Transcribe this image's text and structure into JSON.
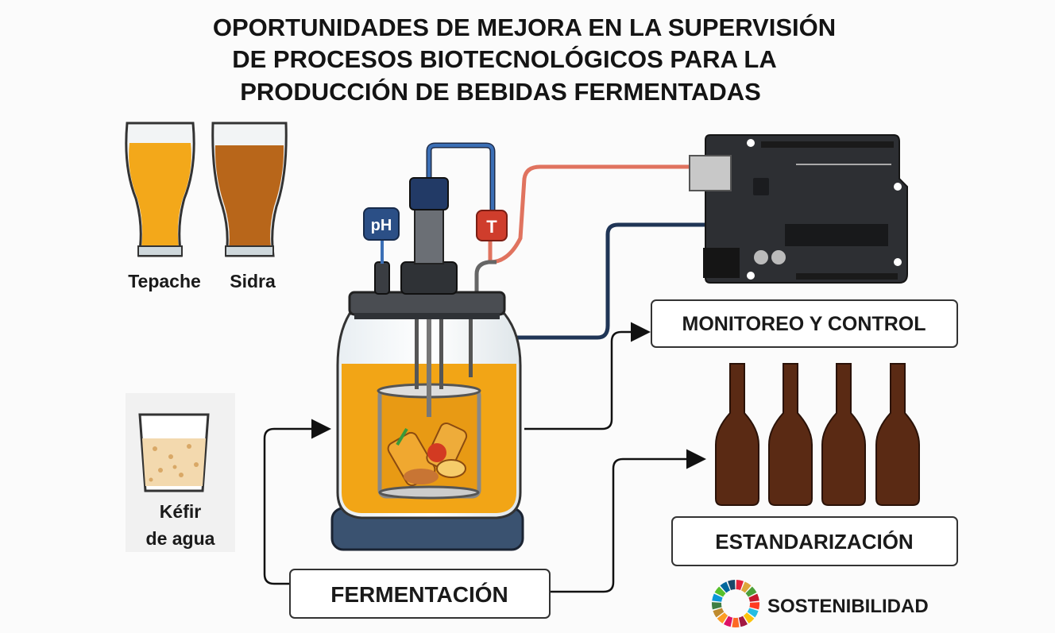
{
  "title": {
    "line1": "OPORTUNIDADES DE MEJORA EN LA SUPERVISIÓN",
    "line2": "DE PROCESOS BIOTECNOLÓGICOS PARA LA",
    "line3": "PRODUCCIÓN DE BEBIDAS FERMENTADAS"
  },
  "beverages": {
    "tepache": "Tepache",
    "sidra": "Sidra",
    "kefir_line1": "Kéfir",
    "kefir_line2": "de agua"
  },
  "sensors": {
    "ph": "pH",
    "temperature": "T"
  },
  "boxes": {
    "monitoring": "MONITOREO Y CONTROL",
    "standardization": "ESTANDARIZACIÓN",
    "fermentation": "FERMENTACIÓN",
    "sustainability": "SOSTENIBILIDAD"
  },
  "colors": {
    "liquid": "#f2a516",
    "amber_beer": "#b8661a",
    "bottle": "#5a2a14",
    "board": "#2d2f33",
    "cable_blue": "#3b6fb6",
    "cable_red": "#e0735f",
    "cable_navy": "#1f3556"
  },
  "sdg_colors": [
    "#e5243b",
    "#dda63a",
    "#4c9f38",
    "#c5192d",
    "#ff3a21",
    "#26bde2",
    "#fcc30b",
    "#a21942",
    "#fd6925",
    "#dd1367",
    "#fd9d24",
    "#bf8b2e",
    "#3f7e44",
    "#0a97d9",
    "#56c02b",
    "#00689d",
    "#19486a"
  ]
}
